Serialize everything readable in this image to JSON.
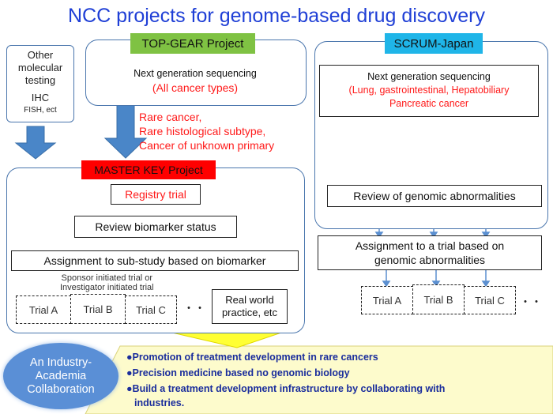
{
  "title": "NCC projects for genome-based drug discovery",
  "other_testing": {
    "line1": "Other",
    "line2": "molecular",
    "line3": "testing",
    "ihc": "IHC",
    "fish": "FISH, ect"
  },
  "top_gear": {
    "label": "TOP-GEAR Project",
    "ngs": "Next generation sequencing",
    "scope": "(All cancer types)"
  },
  "rare": {
    "line1": "Rare cancer,",
    "line2": "Rare histological subtype,",
    "line3": "Cancer of unknown primary"
  },
  "master_key": {
    "label": "MASTER KEY Project",
    "registry": "Registry trial",
    "review": "Review biomarker status",
    "assignment": "Assignment to sub-study based on biomarker",
    "sponsor_line1": "Sponsor initiated trial or",
    "sponsor_line2": "Investigator initiated trial",
    "trials": [
      "Trial A",
      "Trial B",
      "Trial C"
    ],
    "ellipsis": "・・",
    "real_world_line1": "Real world",
    "real_world_line2": "practice, etc"
  },
  "scrum": {
    "label": "SCRUM-Japan",
    "ngs": "Next generation sequencing",
    "scope_line1": "(Lung, gastrointestinal, Hepatobiliary",
    "scope_line2": "Pancreatic cancer",
    "review": "Review of genomic abnormalities",
    "assignment_line1": "Assignment to a trial based on",
    "assignment_line2": "genomic abnormalities",
    "trials": [
      "Trial A",
      "Trial B",
      "Trial C"
    ],
    "ellipsis": "・・"
  },
  "collab": {
    "line1": "An Industry-",
    "line2": "Academia",
    "line3": "Collaboration",
    "bullets": [
      "●Promotion of treatment development in rare cancers",
      "●Precision medicine based no genomic biology",
      "●Build a treatment development infrastructure by collaborating with"
    ],
    "bullet3_cont": "industries."
  },
  "colors": {
    "title": "#1f3fd6",
    "top_gear_bg": "#7fc243",
    "master_key_bg": "#ff0000",
    "scrum_bg": "#1fb5e8",
    "highlight": "#ff1a1a",
    "arrow": "#4a86c8",
    "collab_bg": "#fdfbcc",
    "bullet": "#1a2d9c"
  }
}
